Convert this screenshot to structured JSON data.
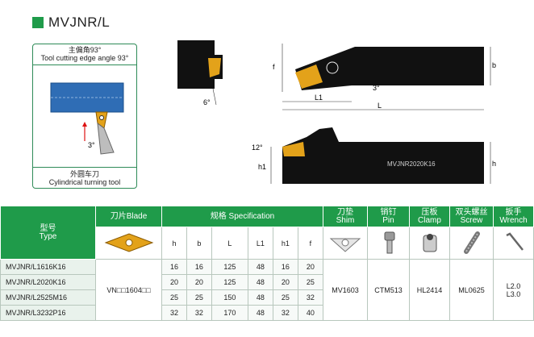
{
  "title": "MVJNR/L",
  "angle_box": {
    "top_cn": "主偏角93°",
    "top_en": "Tool cutting edge angle 93°",
    "bottom_cn": "外圆车刀",
    "bottom_en": "Cylindrical turning tool",
    "angle_label": "3°"
  },
  "drawing": {
    "label_f": "f",
    "label_b": "b",
    "label_L1": "L1",
    "label_L": "L",
    "label_h": "h",
    "label_h1": "h1",
    "angle_6": "6°",
    "angle_3": "3°",
    "angle_12": "12°",
    "holder_text": "MVJNR2020K16"
  },
  "table": {
    "headers": {
      "type_cn": "型号",
      "type_en": "Type",
      "blade": "刀片Blade",
      "spec": "规格 Specification",
      "shim_cn": "刀垫",
      "shim_en": "Shim",
      "pin_cn": "销钉",
      "pin_en": "Pin",
      "clamp_cn": "压板",
      "clamp_en": "Clamp",
      "screw_cn": "双头螺丝",
      "screw_en": "Screw",
      "wrench_cn": "扳手",
      "wrench_en": "Wrench"
    },
    "dims": [
      "h",
      "b",
      "L",
      "L1",
      "h1",
      "f"
    ],
    "rows": [
      {
        "model": "MVJNR/L1616K16",
        "h": "16",
        "b": "16",
        "L": "125",
        "L1": "48",
        "h1": "16",
        "f": "20"
      },
      {
        "model": "MVJNR/L2020K16",
        "h": "20",
        "b": "20",
        "L": "125",
        "L1": "48",
        "h1": "20",
        "f": "25"
      },
      {
        "model": "MVJNR/L2525M16",
        "h": "25",
        "b": "25",
        "L": "150",
        "L1": "48",
        "h1": "25",
        "f": "32"
      },
      {
        "model": "MVJNR/L3232P16",
        "h": "32",
        "b": "32",
        "L": "170",
        "L1": "48",
        "h1": "32",
        "f": "40"
      }
    ],
    "blade": "VN□□1604□□",
    "shim": "MV1603",
    "pin": "CTM513",
    "clamp": "HL2414",
    "screw": "ML0625",
    "wrench_1": "L2.0",
    "wrench_2": "L3.0"
  },
  "colors": {
    "accent": "#1f9b4a",
    "workpiece": "#2f6db5",
    "insert": "#e3a21a"
  }
}
